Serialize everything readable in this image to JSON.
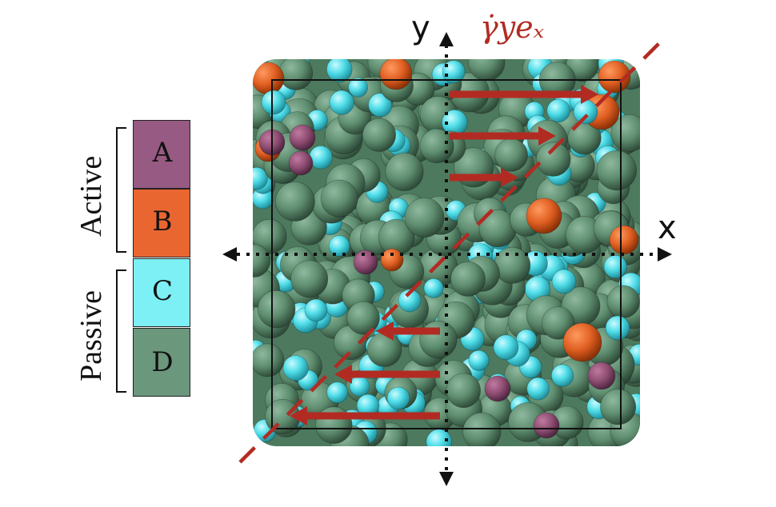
{
  "legend": {
    "items": [
      {
        "letter": "A",
        "color": "#975a82"
      },
      {
        "letter": "B",
        "color": "#ea6631"
      },
      {
        "letter": "C",
        "color": "#7cf0f4"
      },
      {
        "letter": "D",
        "color": "#6b977d"
      }
    ],
    "groups": [
      {
        "label": "Active",
        "members": [
          "A",
          "B"
        ]
      },
      {
        "label": "Passive",
        "members": [
          "C",
          "D"
        ]
      }
    ]
  },
  "axes": {
    "x_label": "x",
    "y_label": "y"
  },
  "shear_label": "γ̇yeₓ",
  "colors": {
    "arrow": "#b22b22",
    "particle_D": "#5e8d6f",
    "particle_C": "#4fdde8",
    "particle_B": "#e05f22",
    "particle_A": "#8e4d72"
  }
}
